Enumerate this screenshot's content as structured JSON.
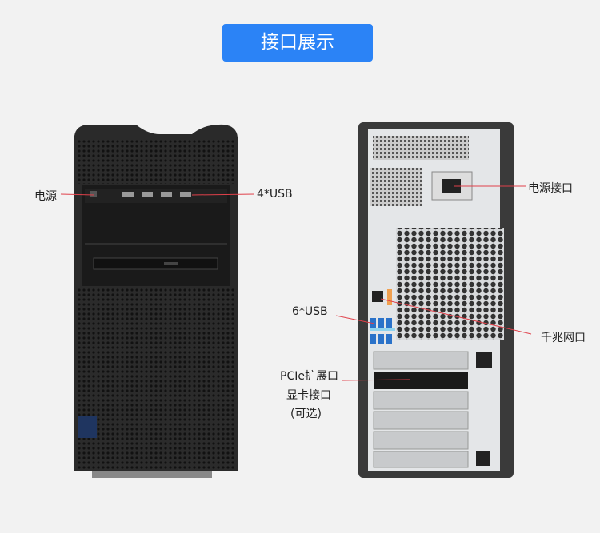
{
  "title": "接口展示",
  "labels": {
    "front_power": "电源",
    "front_usb": "4*USB",
    "rear_power": "电源接口",
    "rear_usb": "6*USB",
    "rear_lan": "千兆网口",
    "rear_pcie_1": "PCIe扩展口",
    "rear_pcie_2": "显卡接口",
    "rear_pcie_3": "(可选)"
  },
  "colors": {
    "accent": "#2b83f6",
    "leader_line": "#e0404a"
  }
}
